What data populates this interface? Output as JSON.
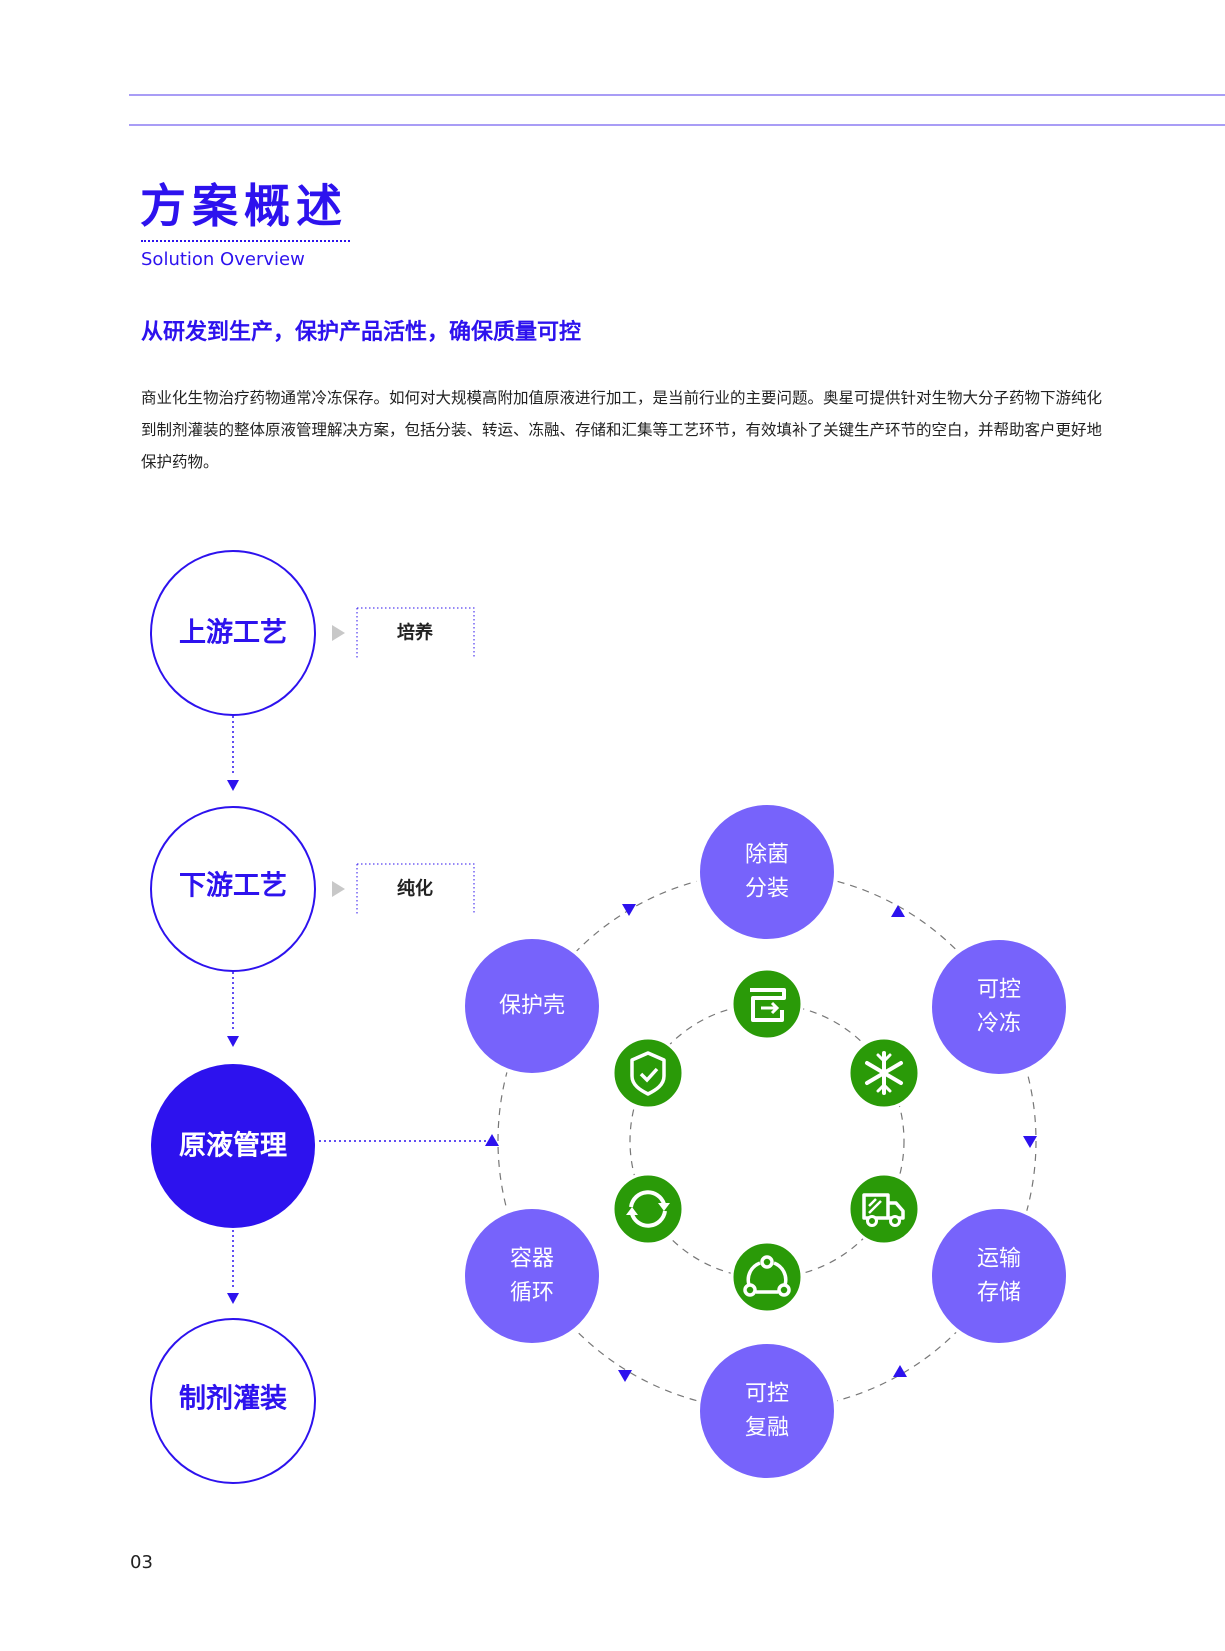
{
  "header": {
    "title": "方案概述",
    "subtitle_en": "Solution Overview"
  },
  "heading": "从研发到生产，保护产品活性，确保质量可控",
  "paragraph": "商业化生物治疗药物通常冷冻保存。如何对大规模高附加值原液进行加工，是当前行业的主要问题。奥星可提供针对生物大分子药物下游纯化到制剂灌装的整体原液管理解决方案，包括分装、转运、冻融、存储和汇集等工艺环节，有效填补了关键生产环节的空白，并帮助客户更好地保护药物。",
  "flow": {
    "steps": [
      {
        "label": "上游工艺",
        "detail": "培养"
      },
      {
        "label": "下游工艺",
        "detail": "纯化"
      },
      {
        "label": "原液管理"
      },
      {
        "label": "制剂灌装"
      }
    ]
  },
  "cycle": {
    "nodes": [
      {
        "line1": "除菌",
        "line2": "分装",
        "icon": "box-transfer-icon"
      },
      {
        "line1": "可控",
        "line2": "冷冻",
        "icon": "snowflake-icon"
      },
      {
        "line1": "运输",
        "line2": "存储",
        "icon": "truck-icon"
      },
      {
        "line1": "可控",
        "line2": "复融",
        "icon": "network-icon"
      },
      {
        "line1": "容器",
        "line2": "循环",
        "icon": "recycle-icon"
      },
      {
        "line1": "保护壳",
        "line2": "",
        "icon": "shield-check-icon"
      }
    ]
  },
  "colors": {
    "brand": "#2d12ee",
    "node": "#7763fb",
    "icon_bg": "#2a9a08",
    "rule": "#a99df6"
  },
  "page_number": "03"
}
